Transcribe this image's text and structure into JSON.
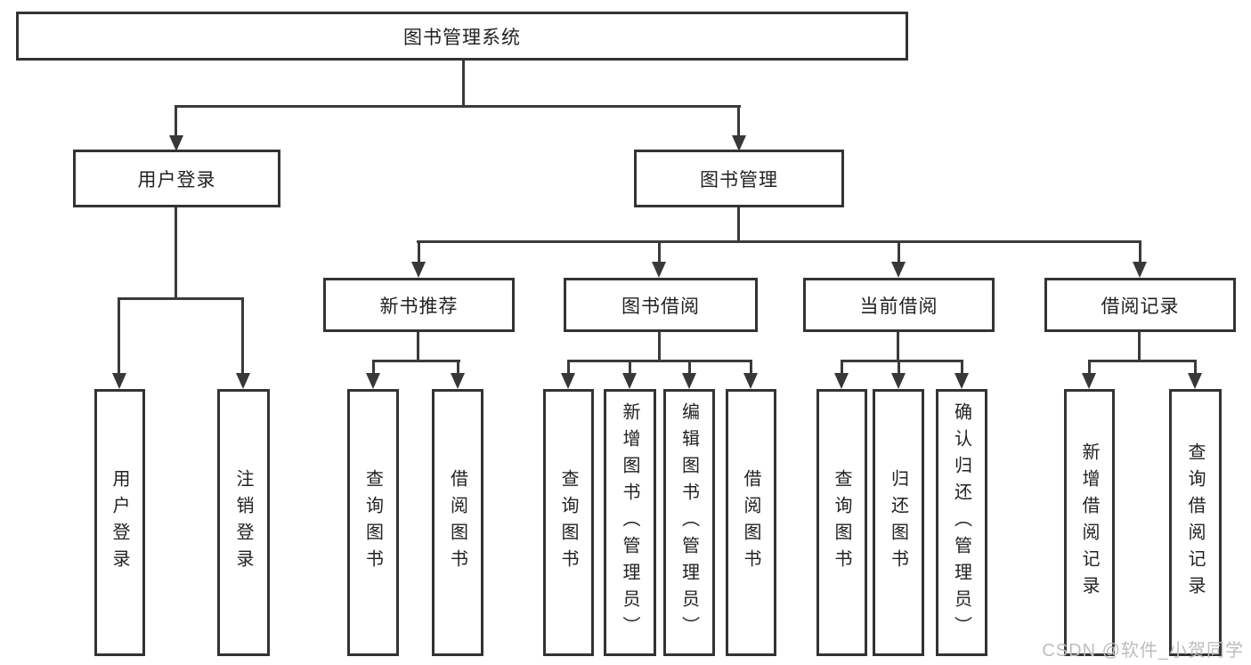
{
  "nodes": {
    "root": "图书管理系统",
    "userLogin": {
      "label": "用户登录",
      "children": [
        "用户登录",
        "注销登录"
      ]
    },
    "bookMgmt": {
      "label": "图书管理",
      "sections": [
        {
          "label": "新书推荐",
          "children": [
            "查询图书",
            "借阅图书"
          ]
        },
        {
          "label": "图书借阅",
          "children": [
            "查询图书",
            "新增图书（管理员）",
            "编辑图书（管理员）",
            "借阅图书"
          ]
        },
        {
          "label": "当前借阅",
          "children": [
            "查询图书",
            "归还图书",
            "确认归还（管理员）"
          ]
        },
        {
          "label": "借阅记录",
          "children": [
            "新增借阅记录",
            "查询借阅记录"
          ]
        }
      ]
    }
  },
  "watermark": "CSDN @软件_小贺同学",
  "colors": {
    "line": "#3a3a3a",
    "box_border": "#333333",
    "text": "#222222",
    "watermark": "#bdbdbd",
    "background": "#ffffff"
  }
}
